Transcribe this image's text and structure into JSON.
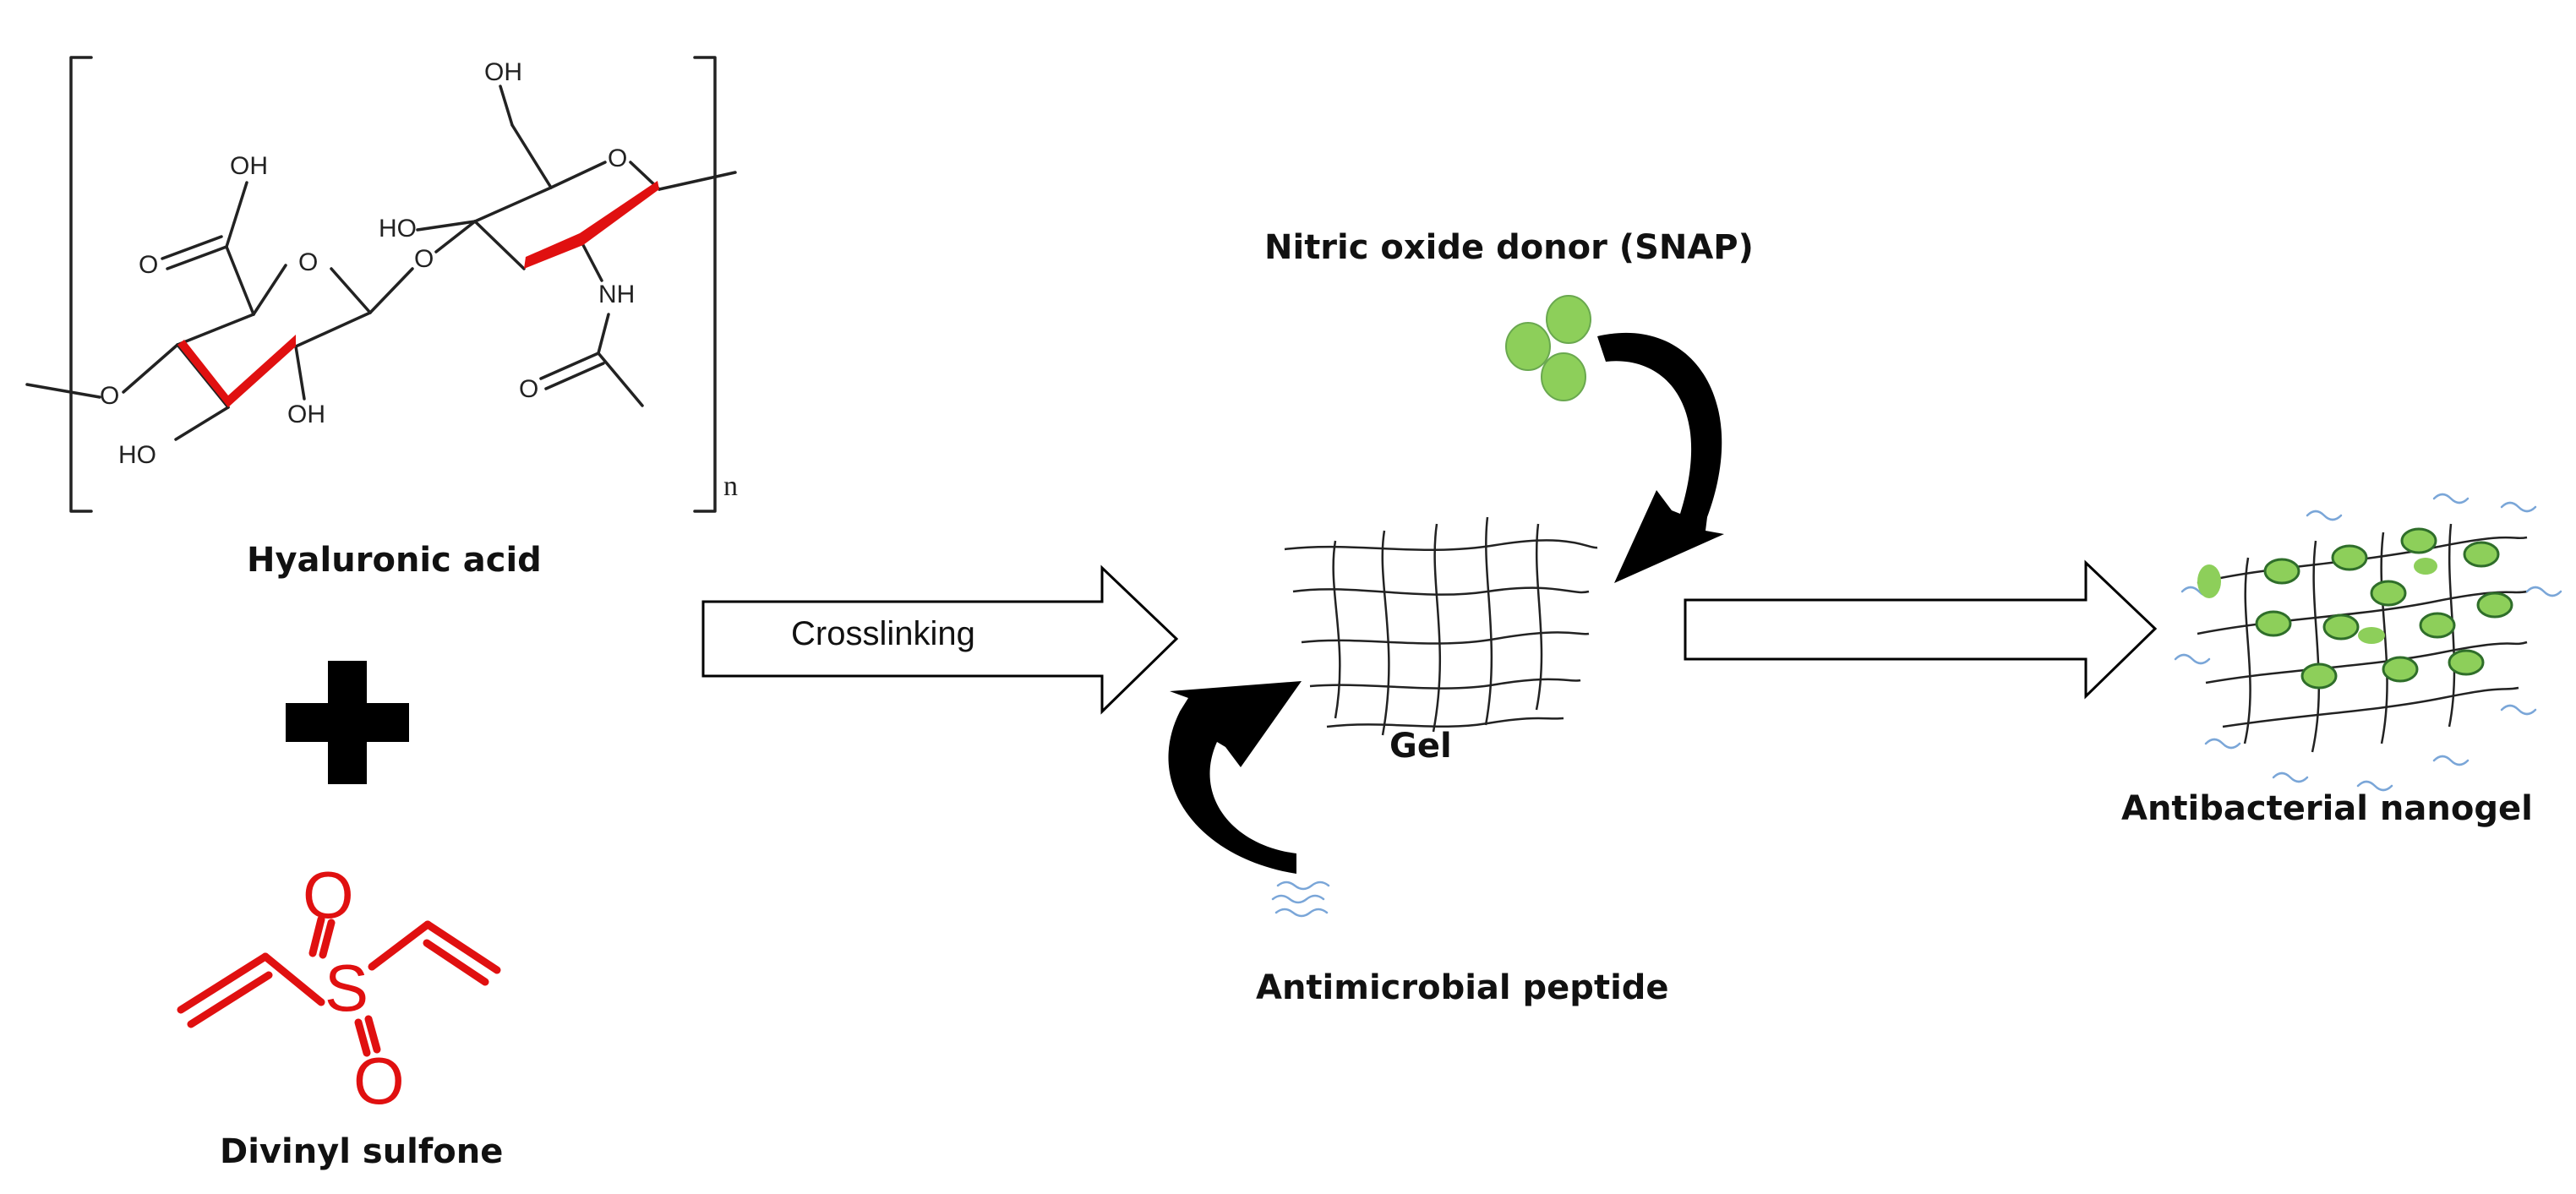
{
  "labels": {
    "hyaluronic_acid": "Hyaluronic acid",
    "divinyl_sulfone": "Divinyl sulfone",
    "crosslinking": "Crosslinking",
    "gel": "Gel",
    "nitric_oxide": "Nitric oxide donor (SNAP)",
    "antimicrobial_peptide": "Antimicrobial peptide",
    "nanogel": "Antibacterial nanogel"
  },
  "atoms": {
    "oh_top": "OH",
    "oh_acid": "OH",
    "o_carbonyl": "O",
    "o_ring1": "O",
    "o_ring2": "O",
    "o_glyco": "O",
    "o_left": "O",
    "ho_left": "HO",
    "oh_mid": "OH",
    "ho_ring2": "HO",
    "nh": "NH",
    "o_amide": "O",
    "subscript_n": "n",
    "dvs_o_top": "O",
    "dvs_s": "S",
    "dvs_o_bottom": "O"
  },
  "colors": {
    "wedge": "#e01010",
    "dvs": "#e01010",
    "particle": "#8dcf5a",
    "particle_dark": "#2f6e2a",
    "peptide": "#7aa6d8",
    "arrow_fill": "#000000"
  },
  "icons": {
    "plus": "plus-icon",
    "curved_arrow": "curved-arrow-icon",
    "block_arrow": "block-arrow-icon"
  }
}
